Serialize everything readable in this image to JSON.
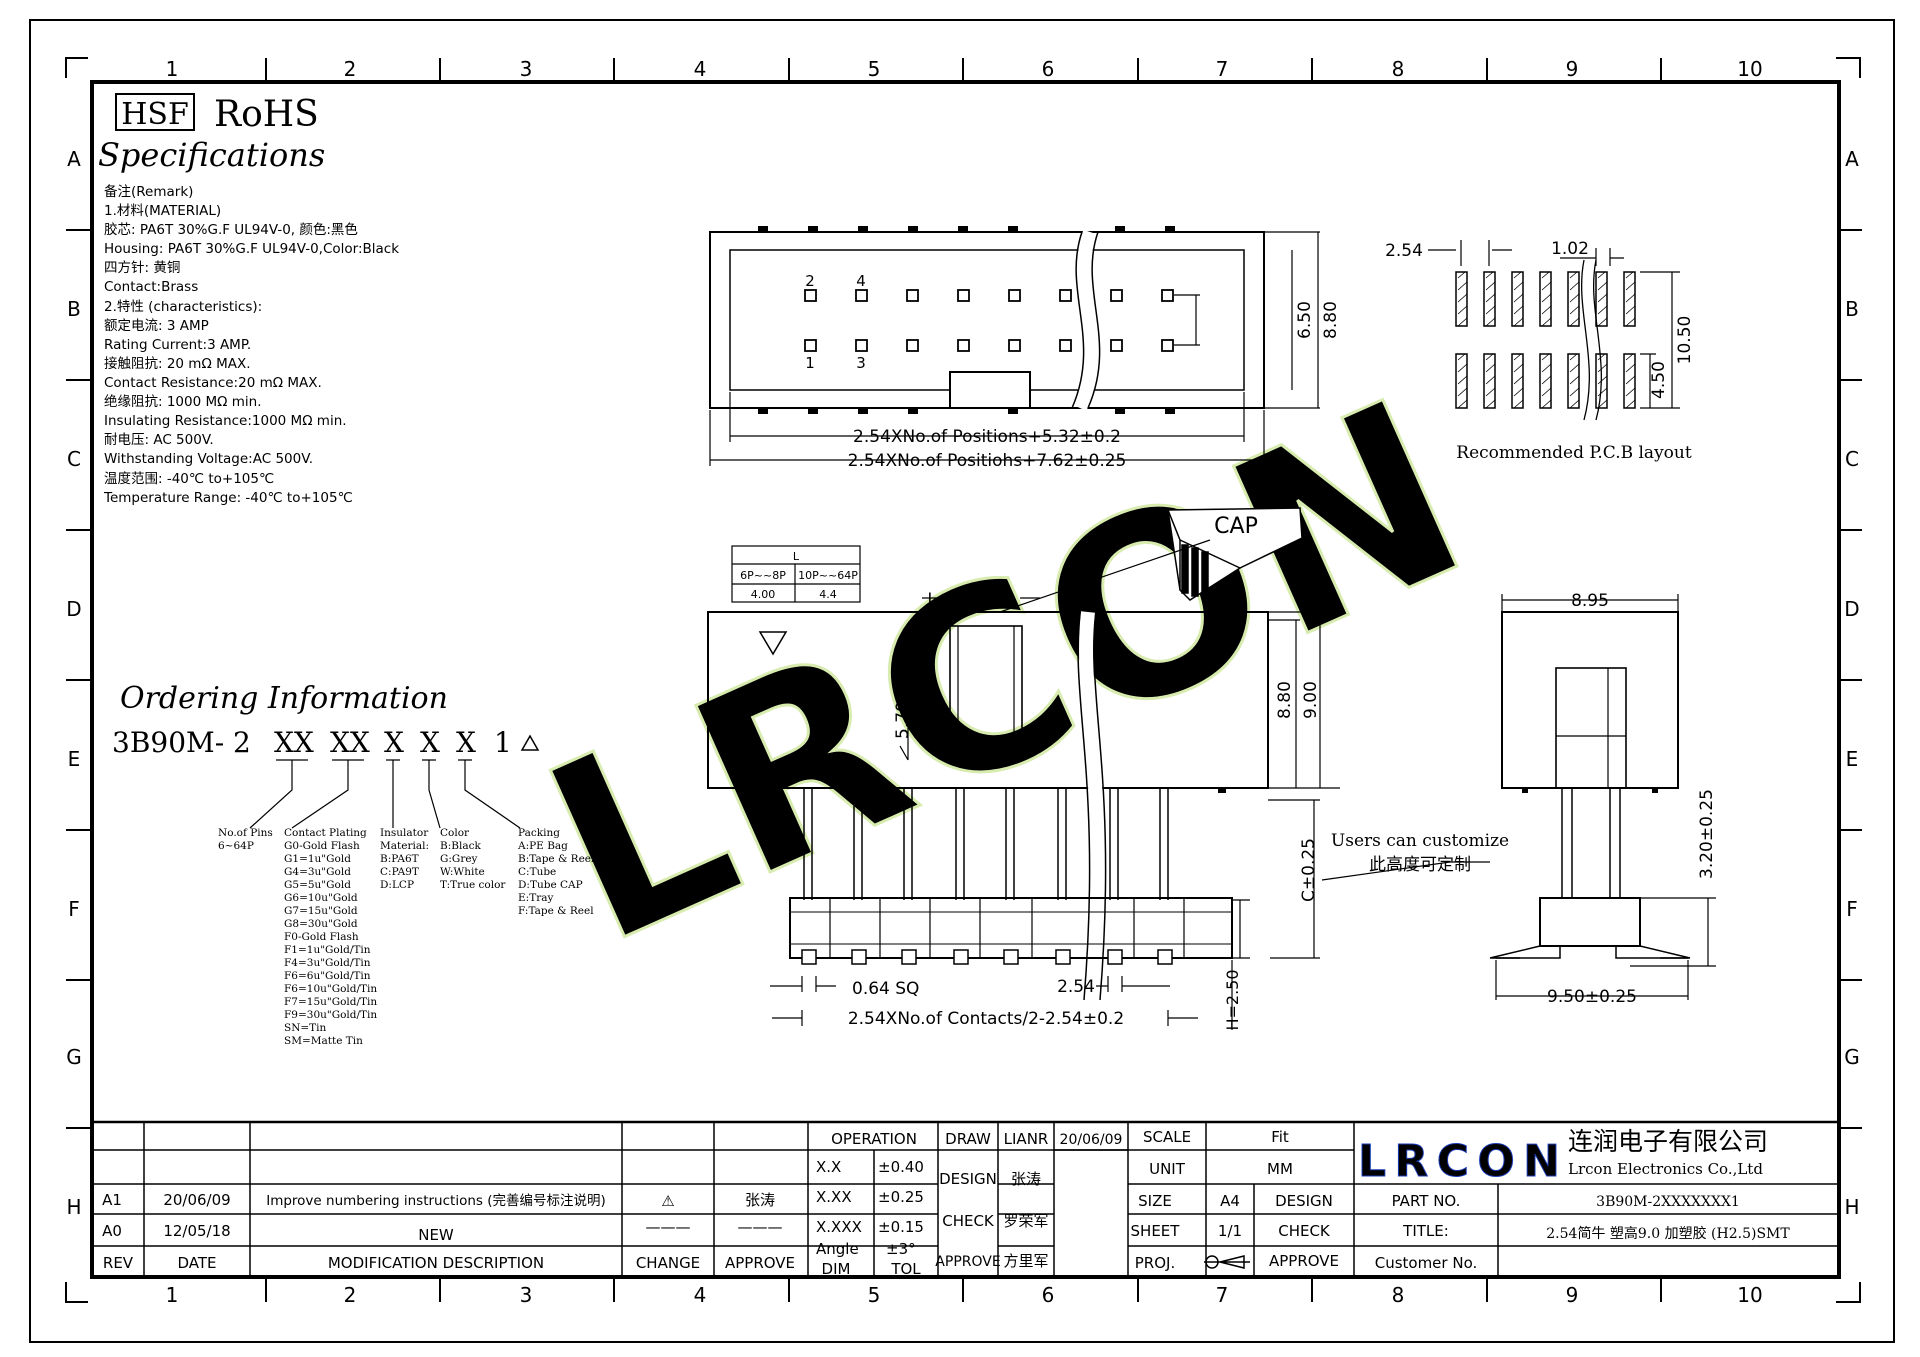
{
  "grid": {
    "columns": [
      "1",
      "2",
      "3",
      "4",
      "5",
      "6",
      "7",
      "8",
      "9",
      "10"
    ],
    "rows": [
      "A",
      "B",
      "C",
      "D",
      "E",
      "F",
      "G",
      "H"
    ]
  },
  "header": {
    "hsf": "HSF",
    "rohs": "RoHS",
    "specifications": "Specifications"
  },
  "remarks": [
    "备注(Remark)",
    "1.材料(MATERIAL)",
    "胶芯: PA6T 30%G.F UL94V-0, 颜色:黑色",
    "Housing: PA6T 30%G.F UL94V-0,Color:Black",
    "四方针: 黄铜",
    "Contact:Brass",
    "2.特性 (characteristics):",
    "额定电流: 3 AMP",
    "Rating Current:3 AMP.",
    "接触阻抗: 20 mΩ MAX.",
    "Contact Resistance:20 mΩ MAX.",
    "绝缘阻抗: 1000 MΩ min.",
    "Insulating Resistance:1000 MΩ min.",
    "耐电压: AC 500V.",
    "Withstanding Voltage:AC 500V.",
    "温度范围: -40℃ to+105℃",
    "Temperature Range: -40℃ to+105℃"
  ],
  "ordering": {
    "title": "Ordering Information",
    "prefix": "3B90M- 2",
    "codes": [
      "XX",
      "XX",
      "X",
      "X",
      "X",
      "1"
    ],
    "pins": [
      "No.of Pins",
      "6~64P"
    ],
    "plating": [
      "Contact Plating",
      "G0-Gold Flash",
      "G1=1u\"Gold",
      "G4=3u\"Gold",
      "G5=5u\"Gold",
      "G6=10u\"Gold",
      "G7=15u\"Gold",
      "G8=30u\"Gold",
      "F0-Gold Flash",
      "F1=1u\"Gold/Tin",
      "F4=3u\"Gold/Tin",
      "F6=6u\"Gold/Tin",
      "F6=10u\"Gold/Tin",
      "F7=15u\"Gold/Tin",
      "F9=30u\"Gold/Tin",
      "SN=Tin",
      "SM=Matte Tin"
    ],
    "insulator": [
      "Insulator",
      "Material:",
      "B:PA6T",
      "C:PA9T",
      "D:LCP"
    ],
    "color": [
      "Color",
      "B:Black",
      "G:Grey",
      "W:White",
      "T:True color"
    ],
    "packing": [
      "Packing",
      "A:PE Bag",
      "B:Tape & Reel+CAP",
      "C:Tube",
      "D:Tube CAP",
      "E:Tray",
      "F:Tape & Reel"
    ]
  },
  "top_view": {
    "pin_labels": [
      "2",
      "4",
      "1",
      "3"
    ],
    "dim_650": "6.50",
    "dim_880": "8.80",
    "dim_inner": "2.54XNo.of Positions+5.32±0.2",
    "dim_outer": "2.54XNo.of Positiohs+7.62±0.25"
  },
  "pcb": {
    "dim_254": "2.54",
    "dim_102": "1.02",
    "dim_1050": "10.50",
    "dim_450": "4.50",
    "caption": "Recommended P.C.B layout"
  },
  "side_view": {
    "cap": "CAP",
    "l_table": {
      "header": "L",
      "cols": [
        "6P~~8P",
        "10P~~64P"
      ],
      "vals": [
        "4.00",
        "4.4"
      ]
    },
    "dim_L": "L",
    "dim_570": "5.70±0.25",
    "dim_880": "8.80",
    "dim_900": "9.00",
    "dim_c": "C±0.25",
    "custom_en": "Users can customize",
    "custom_cn": "此高度可定制",
    "dim_064": "0.64 SQ",
    "dim_254": "2.54",
    "dim_contacts": "2.54XNo.of Contacts/2-2.54±0.2",
    "dim_h": "H=2.50"
  },
  "end_view": {
    "dim_895": "8.95",
    "dim_320": "3.20±0.25",
    "dim_950": "9.50±0.25"
  },
  "watermark": "LRCON",
  "title_block": {
    "rev_rows": [
      {
        "rev": "A1",
        "date": "20/06/09",
        "desc": "Improve numbering instructions (完善编号标注说明)",
        "change": "⚠",
        "approve": "张涛"
      },
      {
        "rev": "A0",
        "date": "12/05/18",
        "desc": "NEW",
        "change": "———",
        "approve": "———"
      }
    ],
    "rev_headers": [
      "REV",
      "DATE",
      "MODIFICATION DESCRIPTION",
      "CHANGE",
      "APPROVE"
    ],
    "tol": {
      "header": "OPERATION",
      "rows": [
        [
          "X.X",
          "±0.40"
        ],
        [
          "X.XX",
          "±0.25"
        ],
        [
          "X.XXX",
          "±0.15"
        ],
        [
          "Angle",
          "±3°"
        ]
      ],
      "foot": [
        "DIM",
        "TOL"
      ]
    },
    "signoff": [
      {
        "label": "DRAW",
        "name": "LIANR",
        "date": "20/06/09"
      },
      {
        "label": "DESIGN",
        "name": "张涛",
        "date": ""
      },
      {
        "label": "CHECK",
        "name": "罗荣军",
        "date": ""
      },
      {
        "label": "APPROVE",
        "name": "方里军",
        "date": ""
      }
    ],
    "scale_label": "SCALE",
    "scale_val": "Fit",
    "unit_label": "UNIT",
    "unit_val": "MM",
    "size_label": "SIZE",
    "size_val": "A4",
    "design_label": "DESIGN",
    "sheet_label": "SHEET",
    "sheet_val": "1/1",
    "check_label": "CHECK",
    "proj_label": "PROJ.",
    "approve_label": "APPROVE",
    "company_logo": "LRCON",
    "company_cn": "连润电子有限公司",
    "company_en": "Lrcon Electronics Co.,Ltd",
    "part_no_label": "PART NO.",
    "part_no": "3B90M-2XXXXXXX1",
    "title_label": "TITLE:",
    "title": "2.54简牛 塑高9.0 加塑胶 (H2.5)SMT",
    "customer_label": "Customer No."
  },
  "colors": {
    "logo_blue": "#1a3bb5",
    "watermark": "#d8ecb0"
  }
}
